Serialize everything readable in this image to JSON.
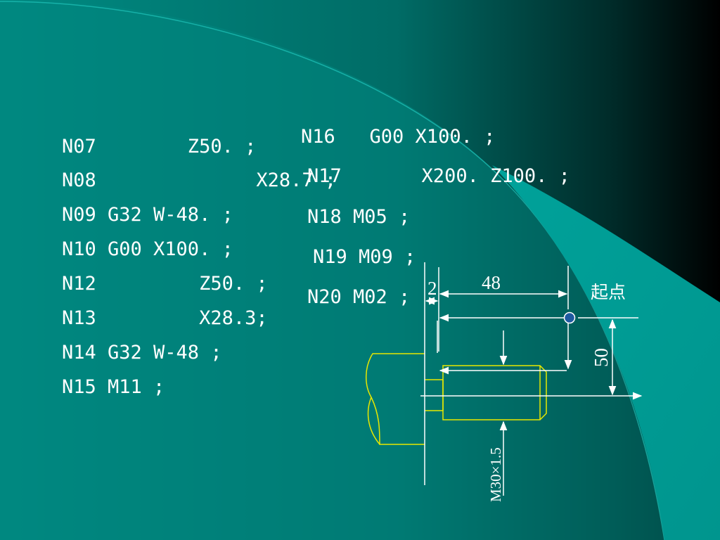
{
  "left_program": [
    "N07        Z50. ;",
    "N08              X28.7 ;",
    "N09 G32 W-48. ;",
    "N10 G00 X100. ;",
    "N12         Z50. ;",
    "N13         X28.3;",
    "N14 G32 W-48 ;",
    "N15 M11 ;"
  ],
  "right_program": [
    "N16   G00 X100. ;",
    "N17       X200. Z100. ;",
    "N18 M05 ;",
    "N19 M09 ;",
    "N20 M02 ;"
  ],
  "drawing": {
    "dim_length": "48",
    "dim_offset": "2",
    "dim_height": "50",
    "thread_label": "M30×1.5",
    "start_point_label": "起点"
  },
  "colors": {
    "background_teal": "#008C84",
    "background_dark": "#000000",
    "line": "#ffffff",
    "part_outline": "#e8e800",
    "start_point_fill": "#1e5aa0"
  }
}
